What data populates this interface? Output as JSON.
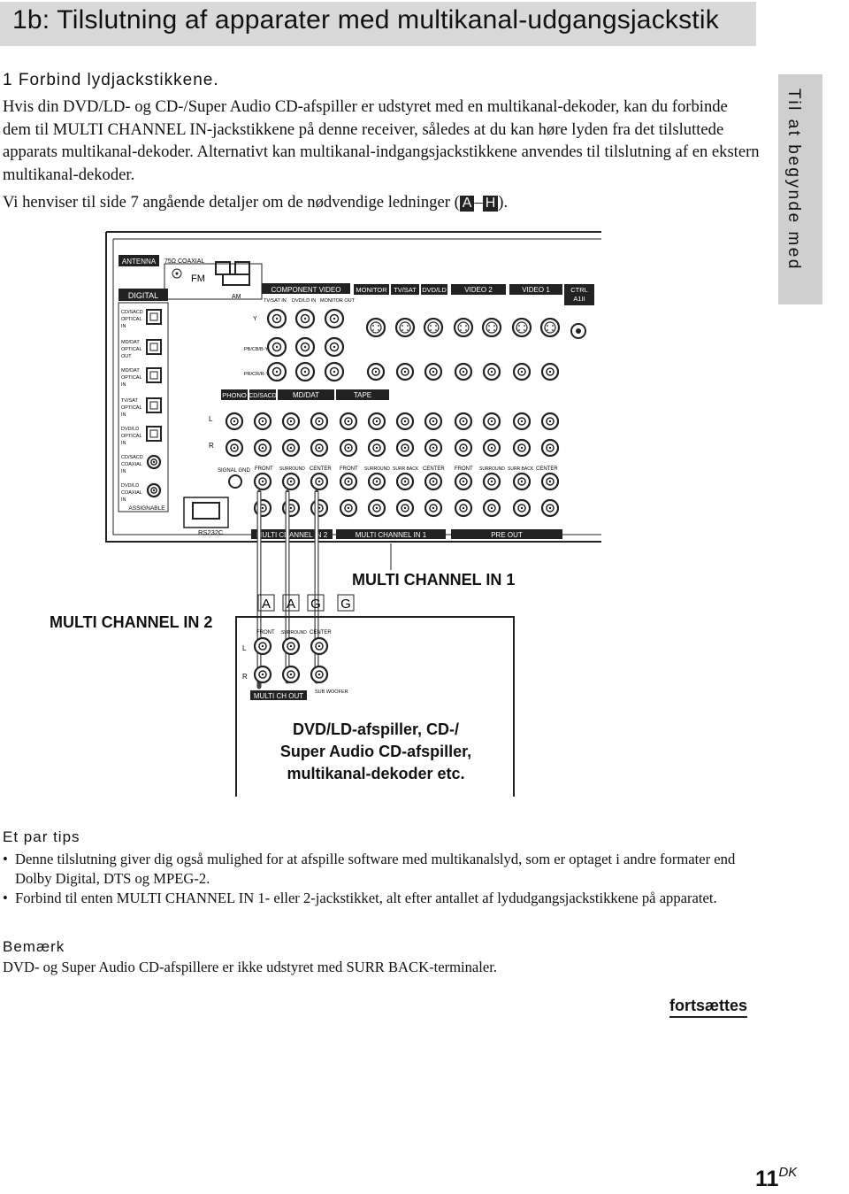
{
  "header": {
    "title": "1b: Tilslutning af apparater med multikanal-udgangsjackstik"
  },
  "side_tab": {
    "label": "Til at begynde med"
  },
  "step": {
    "label": "1 Forbind lydjackstikkene."
  },
  "body": {
    "paragraph_1": "Hvis din DVD/LD- og CD-/Super Audio CD-afspiller er udstyret med en multikanal-dekoder, kan du forbinde dem til MULTI CHANNEL IN-jackstikkene på denne receiver, således at du kan høre lyden fra det tilsluttede apparats multikanal-dekoder. Alternativt kan multikanal-indgangsjackstikkene anvendes til tilslutning af en ekstern multikanal-dekoder.",
    "paragraph_2_pre": "Vi henviser til side 7 angående detaljer om de nødvendige ledninger (",
    "paragraph_2_a": "A",
    "paragraph_2_dash": "–",
    "paragraph_2_h": "H",
    "paragraph_2_post": ")."
  },
  "diagram": {
    "antenna": "ANTENNA",
    "coaxial": "75Ω COAXIAL",
    "fm": "FM",
    "am": "AM",
    "digital": "DIGITAL",
    "digital_inputs": [
      "CD/SACD OPTICAL IN",
      "MD/DAT OPTICAL OUT",
      "MD/DAT OPTICAL IN",
      "TV/SAT OPTICAL IN",
      "DVD/LD OPTICAL IN",
      "CD/SACD COAXIAL IN",
      "DVD/LD COAXIAL IN"
    ],
    "assignable": "ASSIGNABLE",
    "rs232c": "RS232C",
    "component_video": "COMPONENT VIDEO",
    "comp_sub": [
      "TV/SAT IN",
      "DVD/LD IN",
      "MONITOR OUT"
    ],
    "y": "Y",
    "pb": "PB/CB/B-Y",
    "pr": "PR/CR/R-Y",
    "monitor": "MONITOR",
    "tvsat": "TV/SAT",
    "dvdld": "DVD/LD",
    "video2": "VIDEO 2",
    "video1": "VIDEO 1",
    "ctrl": "CTRL",
    "ctrl2": "A1II",
    "phono": "PHONO",
    "cdsacd": "CD/SACD",
    "mddat": "MD/DAT",
    "tape": "TAPE",
    "signal_gnd": "SIGNAL GND",
    "l": "L",
    "r": "R",
    "mc2_bar": "MULTI CHANNEL IN 2",
    "mc1_bar": "MULTI CHANNEL IN 1",
    "pre_out": "PRE OUT",
    "front": "FRONT",
    "surround": "SURROUND",
    "center": "CENTER",
    "surr_back": "SURR BACK",
    "sub_woofer": "SUB WOOFER",
    "label_mc1": "MULTI CHANNEL IN 1",
    "label_mc2": "MULTI CHANNEL IN 2",
    "cable_tags": [
      "A",
      "A",
      "G",
      "G"
    ],
    "mc_out": "MULTI CH OUT",
    "player_caption_1": "DVD/LD-afspiller, CD-/",
    "player_caption_2": "Super Audio CD-afspiller,",
    "player_caption_3": "multikanal-dekoder etc."
  },
  "tips": {
    "heading": "Et par tips",
    "items": [
      "Denne tilslutning giver dig også mulighed for at afspille software med multikanalslyd, som er optaget i andre formater end Dolby Digital, DTS og MPEG-2.",
      "Forbind til enten MULTI CHANNEL IN 1- eller 2-jackstikket, alt efter antallet af lydudgangsjackstikkene på apparatet."
    ]
  },
  "note": {
    "heading": "Bemærk",
    "text": "DVD- og Super Audio CD-afspillere er ikke udstyret med SURR BACK-terminaler."
  },
  "footer": {
    "continue": "fortsættes",
    "page_number": "11",
    "page_suffix": "DK"
  }
}
